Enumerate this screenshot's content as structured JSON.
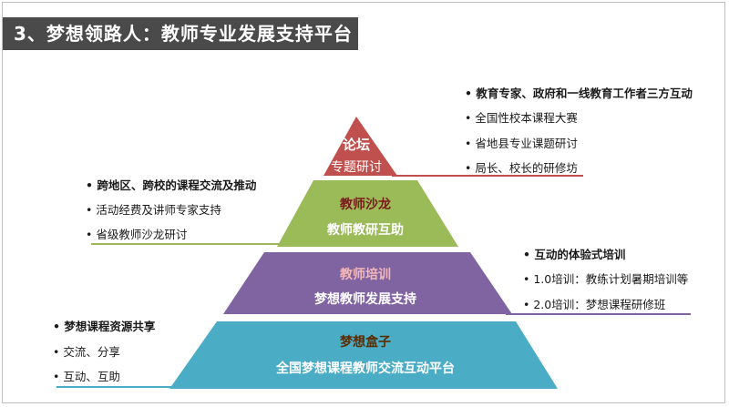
{
  "title": "3、梦想领路人：教师专业发展支持平台",
  "colors": {
    "tier1": "#c0504d",
    "tier2": "#9bbb59",
    "tier3": "#8064a2",
    "tier4": "#4bacc6",
    "title_bar": "#4a4a4a",
    "tier1_text": "#ffffff",
    "tier2_title": "#7a1a1a",
    "tier3_title": "#f4b7b7",
    "tier4_title": "#5a2c00"
  },
  "tiers": [
    {
      "title": "论坛",
      "subtitle": "专题研讨"
    },
    {
      "title": "教师沙龙",
      "subtitle": "教师教研互助"
    },
    {
      "title": "教师培训",
      "subtitle": "梦想教师发展支持"
    },
    {
      "title": "梦想盒子",
      "subtitle": "全国梦想课程教师交流互动平台"
    }
  ],
  "notes": {
    "top_right": [
      "• 教育专家、政府和一线教育工作者三方互动",
      "• 全国性校本课程大赛",
      "• 省地县专业课题研讨",
      "• 局长、校长的研修坊"
    ],
    "left_upper": [
      "• 跨地区、跨校的课程交流及推动",
      "• 活动经费及讲师专家支持",
      "• 省级教师沙龙研讨"
    ],
    "right_lower": [
      "• 互动的体验式培训",
      "• 1.0培训：教练计划暑期培训等",
      "• 2.0培训：梦想课程研修班"
    ],
    "left_lower": [
      "• 梦想课程资源共享",
      "• 交流、分享",
      "• 互动、互助"
    ]
  }
}
